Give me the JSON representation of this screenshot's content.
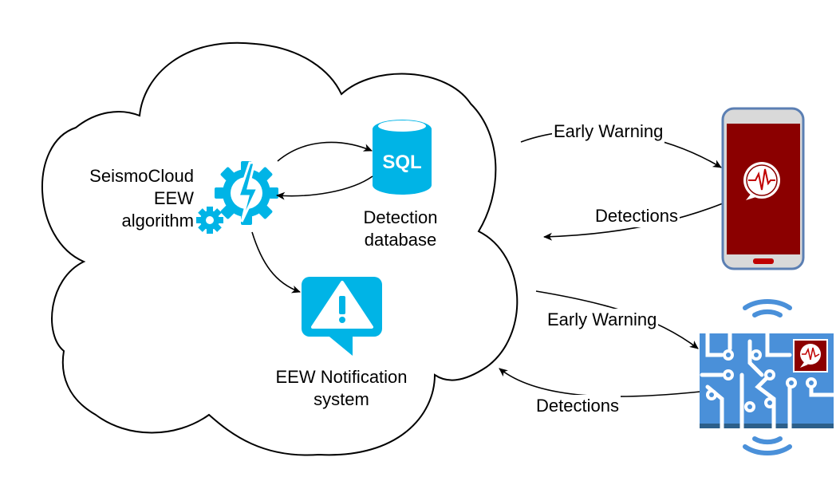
{
  "cloud": {
    "algorithm": {
      "line1": "SeismoCloud",
      "line2": "EEW",
      "line3": "algorithm",
      "icon": "gears-lightning-icon"
    },
    "database": {
      "icon_text": "SQL",
      "line1": "Detection",
      "line2": "database",
      "icon": "sql-database-icon"
    },
    "notification": {
      "line1": "EEW Notification",
      "line2": "system",
      "icon": "warning-bubble-icon"
    }
  },
  "links": {
    "phone_early_warning": "Early Warning",
    "phone_detections": "Detections",
    "sensor_early_warning": "Early Warning",
    "sensor_detections": "Detections"
  },
  "devices": {
    "phone": {
      "icon": "smartphone-icon",
      "app_icon": "seismocloud-app-icon"
    },
    "sensor": {
      "icon": "iot-sensor-board-icon",
      "app_icon": "seismocloud-app-icon"
    }
  },
  "colors": {
    "accent_blue": "#00b4e6",
    "phone_frame": "#5b7fb3",
    "phone_screen": "#8b0000",
    "board_blue": "#4a90d9"
  }
}
